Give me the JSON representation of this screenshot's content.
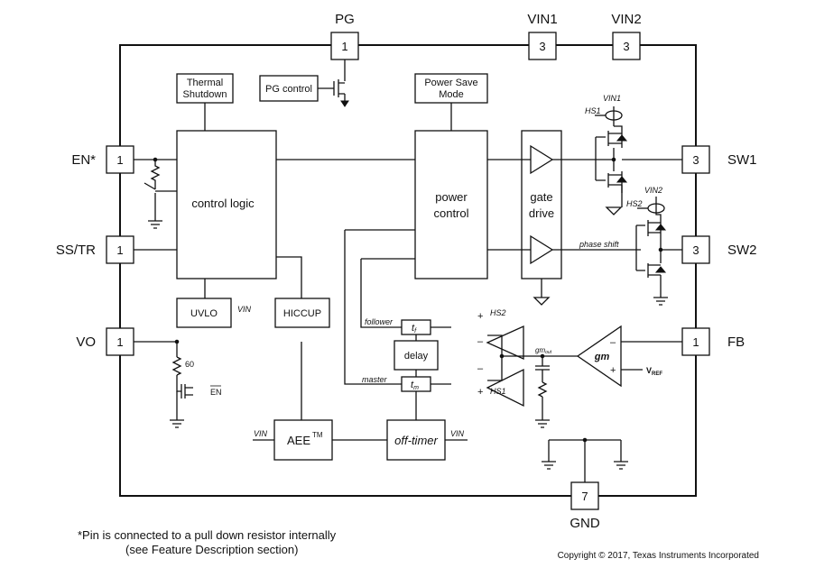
{
  "pins": {
    "pg": {
      "label": "PG",
      "num": "1"
    },
    "vin1": {
      "label": "VIN1",
      "num": "3"
    },
    "vin2": {
      "label": "VIN2",
      "num": "3"
    },
    "en": {
      "label": "EN*",
      "num": "1"
    },
    "sstr": {
      "label": "SS/TR",
      "num": "1"
    },
    "vo": {
      "label": "VO",
      "num": "1"
    },
    "sw1": {
      "label": "SW1",
      "num": "3"
    },
    "sw2": {
      "label": "SW2",
      "num": "3"
    },
    "fb": {
      "label": "FB",
      "num": "1"
    },
    "gnd": {
      "label": "GND",
      "num": "7"
    }
  },
  "blocks": {
    "thermal_l1": "Thermal",
    "thermal_l2": "Shutdown",
    "pg_control": "PG control",
    "power_save_l1": "Power Save",
    "power_save_l2": "Mode",
    "control_logic": "control logic",
    "power_control_l1": "power",
    "power_control_l2": "control",
    "gate_drive_l1": "gate",
    "gate_drive_l2": "drive",
    "uvlo": "UVLO",
    "hiccup": "HICCUP",
    "delay": "delay",
    "aee": "AEE",
    "aee_sup": "TM",
    "off_timer": "off-timer",
    "gm": "gm"
  },
  "labels": {
    "vin": "VIN",
    "vin1": "VIN1",
    "vin2": "VIN2",
    "hs1": "HS1",
    "hs2": "HS2",
    "phase_shift": "phase shift",
    "follower": "follower",
    "master": "master",
    "tf_t": "t",
    "tf_sub": "f",
    "tm_t": "t",
    "tm_sub": "m",
    "gm_out": "gm",
    "gm_out_sub": "out",
    "vref": "V",
    "vref_sub": "REF",
    "r60": "60",
    "en_bar": "EN",
    "plus": "+",
    "minus": "–"
  },
  "footnote": {
    "line1": "*Pin is connected to a pull down resistor internally",
    "line2": "(see Feature Description section)"
  },
  "copyright": "Copyright © 2017, Texas Instruments Incorporated"
}
